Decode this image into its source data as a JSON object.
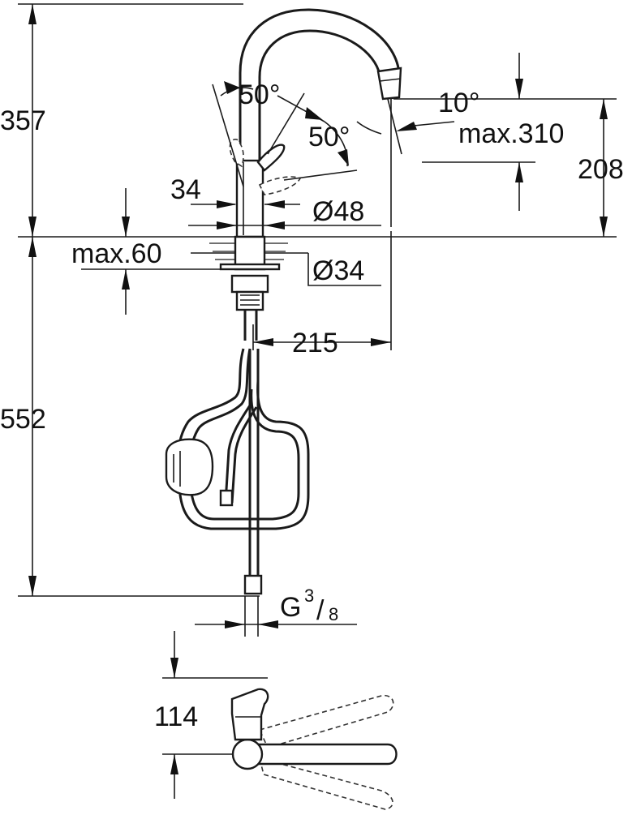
{
  "colors": {
    "line": "#1a1a1a",
    "background": "#ffffff"
  },
  "dimensions": {
    "total_height_above_counter": "357",
    "below_counter_length": "552",
    "spout_angle_left": "50°",
    "spout_angle_right": "50°",
    "spout_tilt": "10°",
    "max_reach_height": "max.310",
    "outlet_height": "208",
    "handle_offset": "34",
    "body_diameter": "Ø48",
    "max_counter_thickness": "max.60",
    "hole_diameter": "Ø34",
    "spout_projection": "215",
    "thread_label": "G",
    "thread_numerator": "3",
    "thread_denominator": "8",
    "top_view_depth": "114"
  }
}
